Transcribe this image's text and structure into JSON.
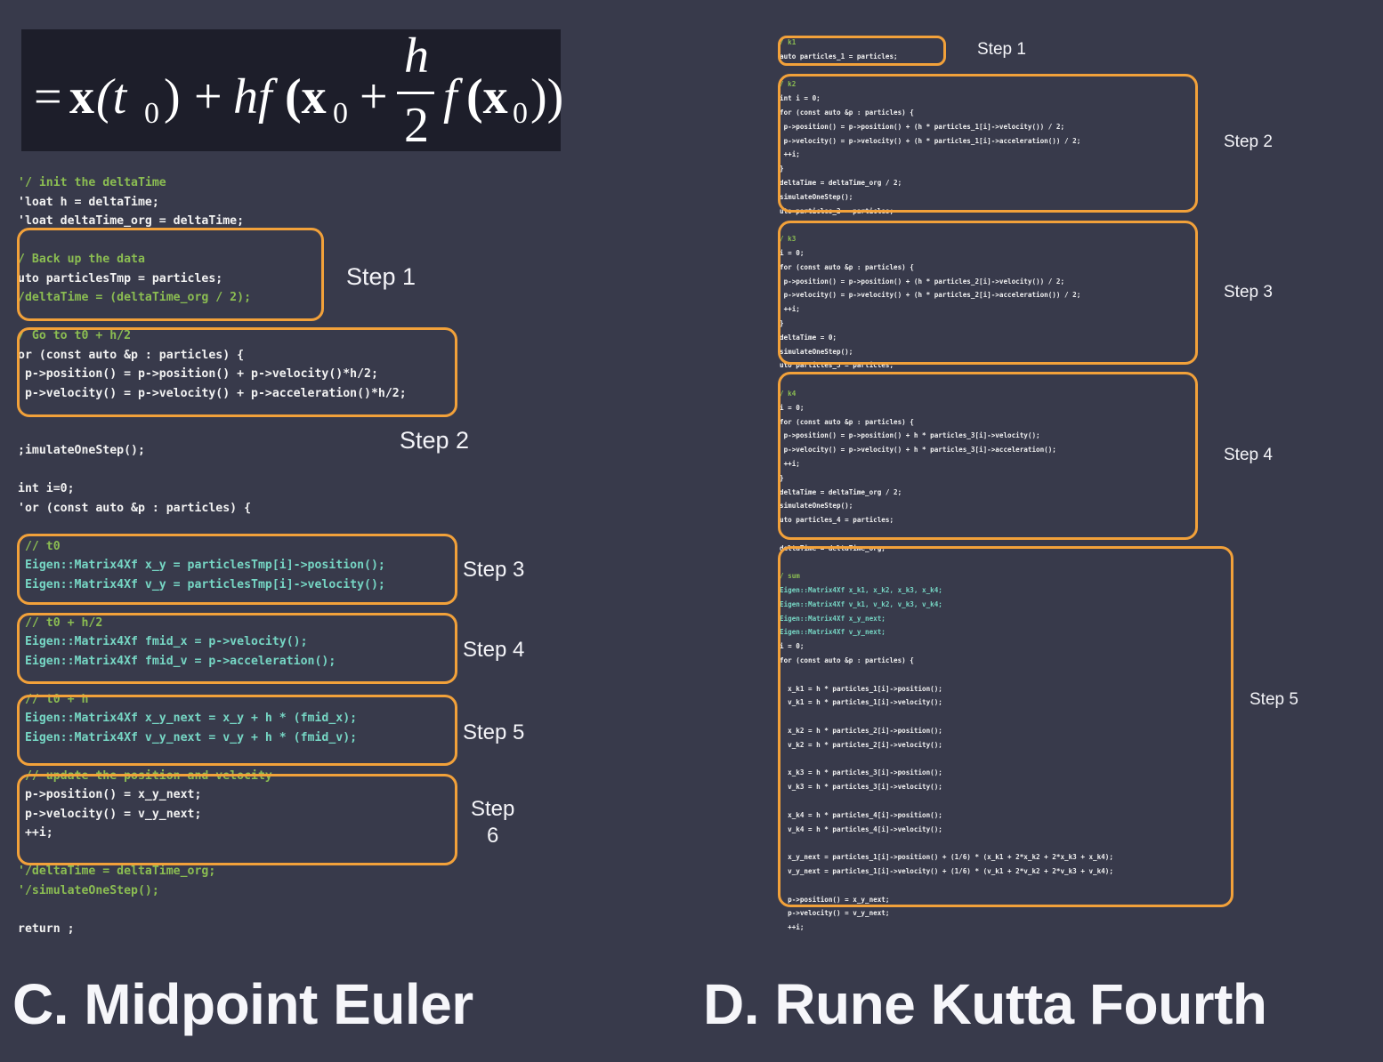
{
  "formula": {
    "eq": "=",
    "x": "x",
    "t0": "(t",
    "sub0": "0",
    "close1": ")",
    "plus": "+",
    "hf": "hf",
    "open2": "(x",
    "sub0b": "0",
    "plus2": "+",
    "num": "h",
    "den": "2",
    "f": "f",
    "open3": "(x",
    "sub0c": "0",
    "close3": "))"
  },
  "left_code": [
    {
      "cls": "cc",
      "text": "'/ init the deltaTime"
    },
    {
      "cls": "cn",
      "text": "'loat h = deltaTime;"
    },
    {
      "cls": "cn",
      "text": "'loat deltaTime_org = deltaTime;"
    },
    {
      "cls": "cn",
      "text": ""
    },
    {
      "cls": "cc",
      "text": "/ Back up the data"
    },
    {
      "cls": "cn",
      "text": "uto particlesTmp = particles;"
    },
    {
      "cls": "cc",
      "text": "/deltaTime = (deltaTime_org / 2);"
    },
    {
      "cls": "cn",
      "text": ""
    },
    {
      "cls": "cc",
      "text": "/ Go to t0 + h/2"
    },
    {
      "cls": "cn",
      "text": "or (const auto &p : particles) {"
    },
    {
      "cls": "cn",
      "text": " p->position() = p->position() + p->velocity()*h/2;"
    },
    {
      "cls": "cn",
      "text": " p->velocity() = p->velocity() + p->acceleration()*h/2;"
    },
    {
      "cls": "cn",
      "text": ""
    },
    {
      "cls": "cn",
      "text": ""
    },
    {
      "cls": "cn",
      "text": ";imulateOneStep();"
    },
    {
      "cls": "cn",
      "text": ""
    },
    {
      "cls": "cn",
      "text": "int i=0;"
    },
    {
      "cls": "cn",
      "text": "'or (const auto &p : particles) {"
    },
    {
      "cls": "cn",
      "text": ""
    },
    {
      "cls": "cc",
      "text": " // t0"
    },
    {
      "cls": "ct",
      "text": " Eigen::Matrix4Xf x_y = particlesTmp[i]->position();"
    },
    {
      "cls": "ct",
      "text": " Eigen::Matrix4Xf v_y = particlesTmp[i]->velocity();"
    },
    {
      "cls": "cn",
      "text": ""
    },
    {
      "cls": "cc",
      "text": " // t0 + h/2"
    },
    {
      "cls": "ct",
      "text": " Eigen::Matrix4Xf fmid_x = p->velocity();"
    },
    {
      "cls": "ct",
      "text": " Eigen::Matrix4Xf fmid_v = p->acceleration();"
    },
    {
      "cls": "cn",
      "text": ""
    },
    {
      "cls": "cc",
      "text": " // t0 + h"
    },
    {
      "cls": "ct",
      "text": " Eigen::Matrix4Xf x_y_next = x_y + h * (fmid_x);"
    },
    {
      "cls": "ct",
      "text": " Eigen::Matrix4Xf v_y_next = v_y + h * (fmid_v);"
    },
    {
      "cls": "cn",
      "text": ""
    },
    {
      "cls": "cc",
      "text": " // update the position and velocity"
    },
    {
      "cls": "cn",
      "text": " p->position() = x_y_next;"
    },
    {
      "cls": "cn",
      "text": " p->velocity() = v_y_next;"
    },
    {
      "cls": "cn",
      "text": " ++i;"
    },
    {
      "cls": "cn",
      "text": ""
    },
    {
      "cls": "cc",
      "text": "'/deltaTime = deltaTime_org;"
    },
    {
      "cls": "cc",
      "text": "'/simulateOneStep();"
    },
    {
      "cls": "cn",
      "text": ""
    },
    {
      "cls": "cn",
      "text": "return ;"
    }
  ],
  "right_code": [
    {
      "cls": "cc",
      "text": "/ k1"
    },
    {
      "cls": "cn",
      "text": "auto particles_1 = particles;"
    },
    {
      "cls": "cn",
      "text": ""
    },
    {
      "cls": "cc",
      "text": "/ k2"
    },
    {
      "cls": "cn",
      "text": "int i = 0;"
    },
    {
      "cls": "cn",
      "text": "for (const auto &p : particles) {"
    },
    {
      "cls": "cn",
      "text": " p->position() = p->position() + (h * particles_1[i]->velocity()) / 2;"
    },
    {
      "cls": "cn",
      "text": " p->velocity() = p->velocity() + (h * particles_1[i]->acceleration()) / 2;"
    },
    {
      "cls": "cn",
      "text": " ++i;"
    },
    {
      "cls": "cn",
      "text": "}"
    },
    {
      "cls": "cn",
      "text": "deltaTime = deltaTime_org / 2;"
    },
    {
      "cls": "cn",
      "text": "simulateOneStep();"
    },
    {
      "cls": "cn",
      "text": "uto particles_2 = particles;"
    },
    {
      "cls": "cn",
      "text": ""
    },
    {
      "cls": "cc",
      "text": "/ k3"
    },
    {
      "cls": "cn",
      "text": "i = 0;"
    },
    {
      "cls": "cn",
      "text": "for (const auto &p : particles) {"
    },
    {
      "cls": "cn",
      "text": " p->position() = p->position() + (h * particles_2[i]->velocity()) / 2;"
    },
    {
      "cls": "cn",
      "text": " p->velocity() = p->velocity() + (h * particles_2[i]->acceleration()) / 2;"
    },
    {
      "cls": "cn",
      "text": " ++i;"
    },
    {
      "cls": "cn",
      "text": "}"
    },
    {
      "cls": "cn",
      "text": "deltaTime = 0;"
    },
    {
      "cls": "cn",
      "text": "simulateOneStep();"
    },
    {
      "cls": "cn",
      "text": "uto particles_3 = particles;"
    },
    {
      "cls": "cn",
      "text": ""
    },
    {
      "cls": "cc",
      "text": "/ k4"
    },
    {
      "cls": "cn",
      "text": "i = 0;"
    },
    {
      "cls": "cn",
      "text": "for (const auto &p : particles) {"
    },
    {
      "cls": "cn",
      "text": " p->position() = p->position() + h * particles_3[i]->velocity();"
    },
    {
      "cls": "cn",
      "text": " p->velocity() = p->velocity() + h * particles_3[i]->acceleration();"
    },
    {
      "cls": "cn",
      "text": " ++i;"
    },
    {
      "cls": "cn",
      "text": "}"
    },
    {
      "cls": "cn",
      "text": "deltaTime = deltaTime_org / 2;"
    },
    {
      "cls": "cn",
      "text": "simulateOneStep();"
    },
    {
      "cls": "cn",
      "text": "uto particles_4 = particles;"
    },
    {
      "cls": "cn",
      "text": ""
    },
    {
      "cls": "cn",
      "text": "deltaTime = deltaTime_org;"
    },
    {
      "cls": "cn",
      "text": ""
    },
    {
      "cls": "cc",
      "text": "/ sum"
    },
    {
      "cls": "ct",
      "text": "Eigen::Matrix4Xf x_k1, x_k2, x_k3, x_k4;"
    },
    {
      "cls": "ct",
      "text": "Eigen::Matrix4Xf v_k1, v_k2, v_k3, v_k4;"
    },
    {
      "cls": "ct",
      "text": "Eigen::Matrix4Xf x_y_next;"
    },
    {
      "cls": "ct",
      "text": "Eigen::Matrix4Xf v_y_next;"
    },
    {
      "cls": "cn",
      "text": "i = 0;"
    },
    {
      "cls": "cn",
      "text": "for (const auto &p : particles) {"
    },
    {
      "cls": "cn",
      "text": ""
    },
    {
      "cls": "cn",
      "text": "  x_k1 = h * particles_1[i]->position();"
    },
    {
      "cls": "cn",
      "text": "  v_k1 = h * particles_1[i]->velocity();"
    },
    {
      "cls": "cn",
      "text": ""
    },
    {
      "cls": "cn",
      "text": "  x_k2 = h * particles_2[i]->position();"
    },
    {
      "cls": "cn",
      "text": "  v_k2 = h * particles_2[i]->velocity();"
    },
    {
      "cls": "cn",
      "text": ""
    },
    {
      "cls": "cn",
      "text": "  x_k3 = h * particles_3[i]->position();"
    },
    {
      "cls": "cn",
      "text": "  v_k3 = h * particles_3[i]->velocity();"
    },
    {
      "cls": "cn",
      "text": ""
    },
    {
      "cls": "cn",
      "text": "  x_k4 = h * particles_4[i]->position();"
    },
    {
      "cls": "cn",
      "text": "  v_k4 = h * particles_4[i]->velocity();"
    },
    {
      "cls": "cn",
      "text": ""
    },
    {
      "cls": "cn",
      "text": "  x_y_next = particles_1[i]->position() + (1/6) * (x_k1 + 2*x_k2 + 2*x_k3 + x_k4);"
    },
    {
      "cls": "cn",
      "text": "  v_y_next = particles_1[i]->velocity() + (1/6) * (v_k1 + 2*v_k2 + 2*v_k3 + v_k4);"
    },
    {
      "cls": "cn",
      "text": ""
    },
    {
      "cls": "cn",
      "text": "  p->position() = x_y_next;"
    },
    {
      "cls": "cn",
      "text": "  p->velocity() = v_y_next;"
    },
    {
      "cls": "cn",
      "text": "  ++i;"
    }
  ],
  "left_steps": {
    "s1": "Step 1",
    "s2": "Step 2",
    "s3": "Step 3",
    "s4": "Step 4",
    "s5": "Step 5",
    "s6a": "Step",
    "s6b": "6"
  },
  "right_steps": {
    "s1": "Step 1",
    "s2": "Step 2",
    "s3": "Step 3",
    "s4": "Step 4",
    "s5": "Step 5"
  },
  "titles": {
    "left": "C. Midpoint Euler",
    "right": "D. Rune Kutta Fourth"
  },
  "colors": {
    "background": "#383a4b",
    "box_border": "#f2a13a",
    "comment": "#8bbd52",
    "type": "#76d6c4",
    "keyword": "#89a7d8"
  }
}
